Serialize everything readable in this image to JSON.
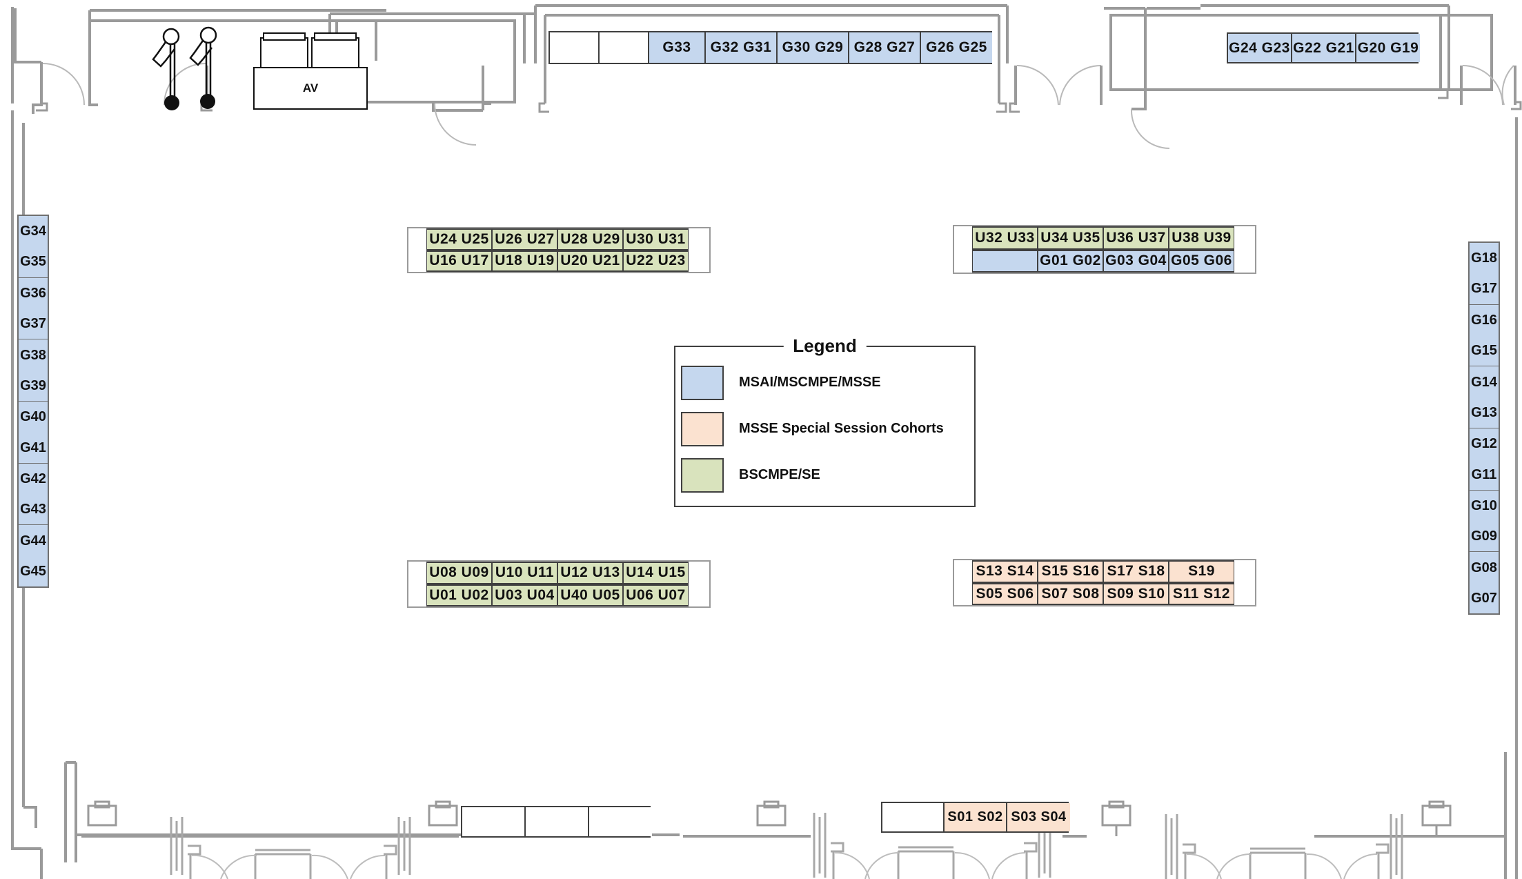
{
  "plan": {
    "name": "event-seating-floor-plan",
    "av_label": "AV"
  },
  "colors": {
    "blue": "#c5d7ee",
    "peach": "#fbe2d0",
    "green": "#d9e3bd",
    "wall": "#9a9a9a",
    "border": "#3f3f3f"
  },
  "legend": {
    "title": "Legend",
    "items": [
      {
        "color": "#c5d7ee",
        "label": "MSAI/MSCMPE/MSSE"
      },
      {
        "color": "#fbe2d0",
        "label": "MSSE Special Session Cohorts"
      },
      {
        "color": "#d9e3bd",
        "label": "BSCMPE/SE"
      }
    ]
  },
  "tables": {
    "top_center": {
      "name": "top-center-table",
      "cells": [
        {
          "label": "",
          "color": "white"
        },
        {
          "label": "",
          "color": "white"
        },
        {
          "label": "G33",
          "color": "blue"
        },
        {
          "label": "G32  G31",
          "color": "blue"
        },
        {
          "label": "G30  G29",
          "color": "blue"
        },
        {
          "label": "G28  G27",
          "color": "blue"
        },
        {
          "label": "G26  G25",
          "color": "blue"
        }
      ]
    },
    "top_right": {
      "name": "top-right-table",
      "cells": [
        {
          "label": "G24  G23",
          "color": "blue"
        },
        {
          "label": "G22  G21",
          "color": "blue"
        },
        {
          "label": "G20  G19",
          "color": "blue"
        }
      ]
    },
    "bottom_center_blank": {
      "name": "bottom-center-blank-table",
      "cells": [
        {
          "label": "",
          "color": "white"
        },
        {
          "label": "",
          "color": "white"
        },
        {
          "label": "",
          "color": "white"
        }
      ]
    },
    "bottom_s": {
      "name": "bottom-s-table",
      "cells": [
        {
          "label": "",
          "color": "white"
        },
        {
          "label": "S01  S02",
          "color": "peach"
        },
        {
          "label": "S03  S04",
          "color": "peach"
        }
      ]
    }
  },
  "blocks": {
    "upper_left": {
      "name": "upper-left-u-block",
      "back_row": [
        {
          "label": "U24  U25",
          "color": "green"
        },
        {
          "label": "U26  U27",
          "color": "green"
        },
        {
          "label": "U28  U29",
          "color": "green"
        },
        {
          "label": "U30  U31",
          "color": "green"
        }
      ],
      "front_row": [
        {
          "label": "U16  U17",
          "color": "green"
        },
        {
          "label": "U18  U19",
          "color": "green"
        },
        {
          "label": "U20  U21",
          "color": "green"
        },
        {
          "label": "U22  U23",
          "color": "green"
        }
      ]
    },
    "upper_right": {
      "name": "upper-right-u-block",
      "back_row": [
        {
          "label": "U32  U33",
          "color": "green"
        },
        {
          "label": "U34  U35",
          "color": "green"
        },
        {
          "label": "U36  U37",
          "color": "green"
        },
        {
          "label": "U38  U39",
          "color": "green"
        }
      ],
      "front_row": [
        {
          "label": "",
          "color": "blue"
        },
        {
          "label": "G01  G02",
          "color": "blue"
        },
        {
          "label": "G03  G04",
          "color": "blue"
        },
        {
          "label": "G05  G06",
          "color": "blue"
        }
      ]
    },
    "lower_left": {
      "name": "lower-left-u-block",
      "back_row": [
        {
          "label": "U08  U09",
          "color": "green"
        },
        {
          "label": "U10  U11",
          "color": "green"
        },
        {
          "label": "U12  U13",
          "color": "green"
        },
        {
          "label": "U14  U15",
          "color": "green"
        }
      ],
      "front_row": [
        {
          "label": "U01  U02",
          "color": "green"
        },
        {
          "label": "U03  U04",
          "color": "green"
        },
        {
          "label": "U40  U05",
          "color": "green"
        },
        {
          "label": "U06  U07",
          "color": "green"
        }
      ]
    },
    "lower_right": {
      "name": "lower-right-s-block",
      "back_row": [
        {
          "label": "S13  S14",
          "color": "peach"
        },
        {
          "label": "S15  S16",
          "color": "peach"
        },
        {
          "label": "S17  S18",
          "color": "peach"
        },
        {
          "label": "S19",
          "color": "peach"
        }
      ],
      "front_row": [
        {
          "label": "S05  S06",
          "color": "peach"
        },
        {
          "label": "S07  S08",
          "color": "peach"
        },
        {
          "label": "S09  S10",
          "color": "peach"
        },
        {
          "label": "S11  S12",
          "color": "peach"
        }
      ]
    }
  },
  "columns": {
    "left": {
      "name": "left-wall-column",
      "pairs": [
        [
          "G34",
          "G35"
        ],
        [
          "G36",
          "G37"
        ],
        [
          "G38",
          "G39"
        ],
        [
          "G40",
          "G41"
        ],
        [
          "G42",
          "G43"
        ],
        [
          "G44",
          "G45"
        ]
      ]
    },
    "right": {
      "name": "right-wall-column",
      "pairs": [
        [
          "G18",
          "G17"
        ],
        [
          "G16",
          "G15"
        ],
        [
          "G14",
          "G13"
        ],
        [
          "G12",
          "G11"
        ],
        [
          "G10",
          "G09"
        ],
        [
          "G08",
          "G07"
        ]
      ]
    }
  }
}
